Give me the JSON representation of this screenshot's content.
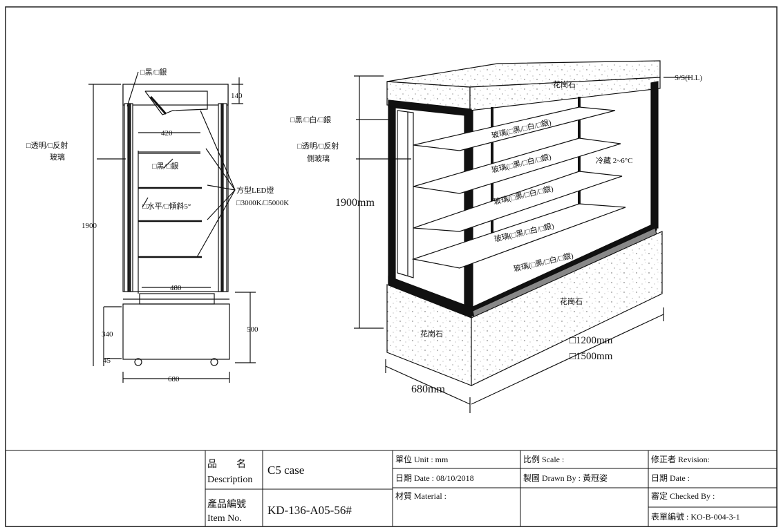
{
  "side_view": {
    "color_options": "□黑/□銀",
    "dim_top": "140",
    "dim_shelf_width": "420",
    "dim_height": "1900",
    "dim_bottom_shelf": "480",
    "dim_base_height": "340",
    "dim_foot": "45",
    "dim_base_total": "500",
    "dim_depth": "680",
    "glass_label_line1": "□透明/□反射",
    "glass_label_line2": "玻璃",
    "bracket_color": "□黑/□銀",
    "shelf_angle": "□水平/□傾斜5°",
    "led_label": "方型LED燈",
    "led_options": "□3000K/□5000K"
  },
  "iso_view": {
    "top_material": "花崗石",
    "ss_label": "S/S(H.L)",
    "frame_color": "□黑/□白/□銀",
    "side_glass_line1": "□透明/□反射",
    "side_glass_line2": "側玻璃",
    "height": "1900mm",
    "shelf_label": "玻璃(□黑/□白/□銀)",
    "temperature": "冷藏  2~6°C",
    "base_front_material": "花崗石",
    "base_side_material": "花崗石",
    "width_option_1": "□1200mm",
    "width_option_2": "□1500mm",
    "depth": "680mm"
  },
  "title_block": {
    "desc_label_1": "品　　名",
    "desc_label_2": "Description",
    "desc_value": "C5 case",
    "item_label_1": "產品編號",
    "item_label_2": "Item No.",
    "item_value": "KD-136-A05-56#",
    "unit": "單位 Unit : mm",
    "date": "日期 Date : 08/10/2018",
    "material": "材質 Material :",
    "scale": "比例 Scale :",
    "drawn_by": "製圖 Drawn By : 黃冠姿",
    "revision": "修正者 Revision:",
    "rev_date": "日期 Date :",
    "checked_by": "審定 Checked By :",
    "form_no": "表單編號 : KO-B-004-3-1"
  }
}
